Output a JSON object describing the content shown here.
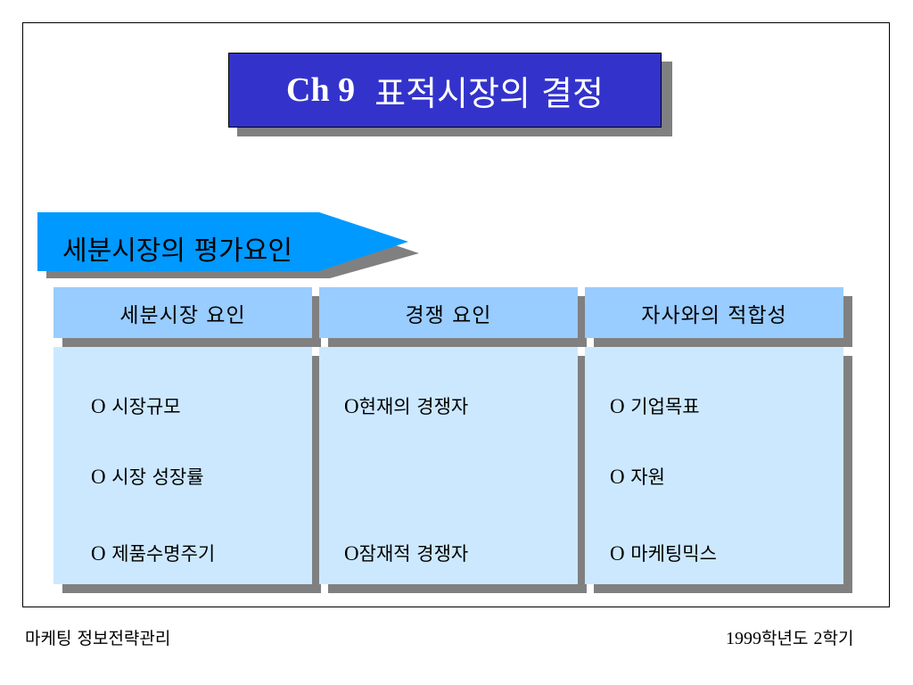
{
  "title": {
    "chapter": "Ch 9",
    "text": "표적시장의 결정"
  },
  "section_label": "세분시장의 평가요인",
  "columns": [
    {
      "header": "세분시장 요인",
      "items": [
        {
          "marker": "O",
          "text": " 시장규모"
        },
        {
          "marker": "O",
          "text": " 시장 성장률"
        },
        {
          "marker": "O",
          "text": " 제품수명주기"
        }
      ]
    },
    {
      "header": "경쟁 요인",
      "items": [
        {
          "marker": "O",
          "text": "현재의 경쟁자"
        },
        {
          "marker": "O",
          "text": "잠재적 경쟁자"
        }
      ]
    },
    {
      "header": "자사와의 적합성",
      "items": [
        {
          "marker": "O",
          "text": " 기업목표"
        },
        {
          "marker": "O",
          "text": " 자원"
        },
        {
          "marker": "O",
          "text": " 마케팅믹스"
        }
      ]
    }
  ],
  "footer": {
    "left": "마케팅 정보전략관리",
    "right_year": "1999",
    "right_mid": "학년도 ",
    "right_num": "2",
    "right_end": "학기"
  },
  "colors": {
    "title_bg": "#3333cc",
    "arrow_fill": "#0099ff",
    "header_bg": "#99ccff",
    "body_bg": "#cce8ff",
    "shadow": "#808080"
  }
}
